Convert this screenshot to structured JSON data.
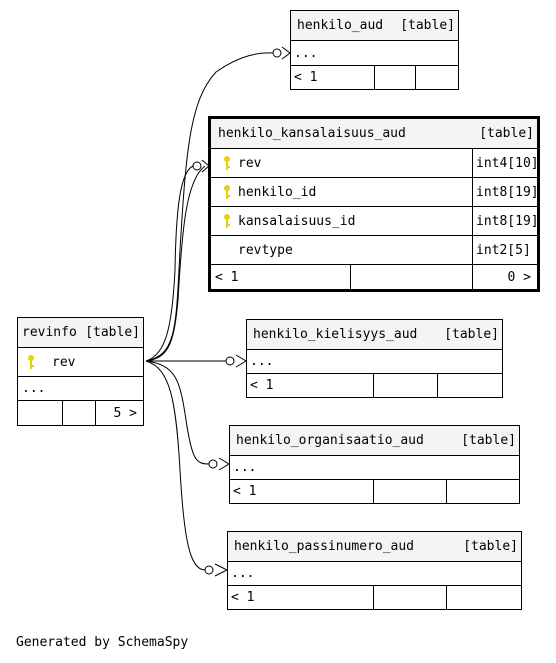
{
  "footer": "Generated by SchemaSpy",
  "colors": {
    "key": "#e6d20a",
    "header_bg": "#f4f4f4",
    "line": "#000000"
  },
  "tables": {
    "henkilo_aud": {
      "name": "henkilo_aud",
      "kind": "[table]",
      "ellipsis": "...",
      "footer": {
        "left": "< 1",
        "right": ""
      }
    },
    "henkilo_kansalaisuus_aud": {
      "name": "henkilo_kansalaisuus_aud",
      "kind": "[table]",
      "columns": [
        {
          "name": "rev",
          "type": "int4[10]",
          "key": true
        },
        {
          "name": "henkilo_id",
          "type": "int8[19]",
          "key": true
        },
        {
          "name": "kansalaisuus_id",
          "type": "int8[19]",
          "key": true
        },
        {
          "name": "revtype",
          "type": "int2[5]",
          "key": false
        }
      ],
      "footer": {
        "left": "< 1",
        "right": "0 >"
      }
    },
    "revinfo": {
      "name": "revinfo",
      "kind": "[table]",
      "columns": [
        {
          "name": "rev",
          "key": true
        }
      ],
      "ellipsis": "...",
      "footer": {
        "left": "",
        "right": "5 >"
      }
    },
    "henkilo_kielisyys_aud": {
      "name": "henkilo_kielisyys_aud",
      "kind": "[table]",
      "ellipsis": "...",
      "footer": {
        "left": "< 1",
        "right": ""
      }
    },
    "henkilo_organisaatio_aud": {
      "name": "henkilo_organisaatio_aud",
      "kind": "[table]",
      "ellipsis": "...",
      "footer": {
        "left": "< 1",
        "right": ""
      }
    },
    "henkilo_passinumero_aud": {
      "name": "henkilo_passinumero_aud",
      "kind": "[table]",
      "ellipsis": "...",
      "footer": {
        "left": "< 1",
        "right": ""
      }
    }
  }
}
